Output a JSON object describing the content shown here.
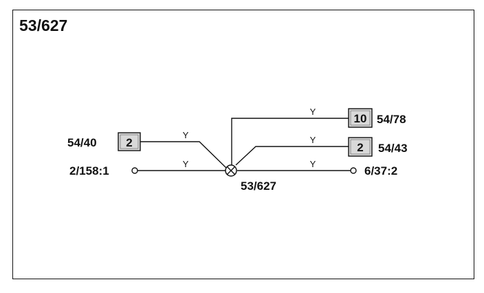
{
  "title": "53/627",
  "splice": {
    "label": "53/627"
  },
  "connectors": [
    {
      "id": "c1",
      "label": "54/40",
      "pin": "2"
    },
    {
      "id": "c2",
      "label": "54/78",
      "pin": "10"
    },
    {
      "id": "c3",
      "label": "54/43",
      "pin": "2"
    }
  ],
  "terminals": [
    {
      "id": "t1",
      "label": "2/158:1"
    },
    {
      "id": "t2",
      "label": "6/37:2"
    }
  ],
  "wires": [
    {
      "id": "w1",
      "color_code": "Y"
    },
    {
      "id": "w2",
      "color_code": "Y"
    },
    {
      "id": "w3",
      "color_code": "Y"
    },
    {
      "id": "w4",
      "color_code": "Y"
    },
    {
      "id": "w5",
      "color_code": "Y"
    }
  ],
  "colors": {
    "line": "#111111",
    "box_fill": "#d9d9d9"
  }
}
